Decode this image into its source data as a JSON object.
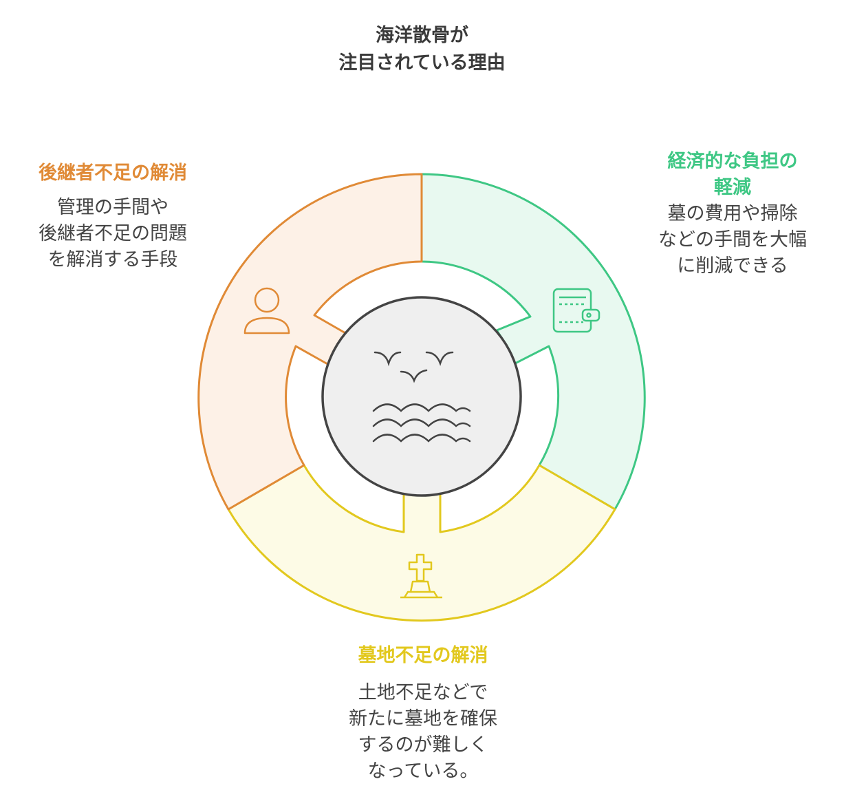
{
  "title": {
    "line1": "海洋散骨が",
    "line2": "注目されている理由"
  },
  "sections": {
    "left": {
      "heading": "後継者不足の解消",
      "lines": [
        "管理の手間や",
        "後継者不足の問題",
        "を解消する手段"
      ],
      "color": "#e08a36",
      "fill": "#fdf1e7",
      "icon": "user-icon"
    },
    "right": {
      "heading_lines": [
        "経済的な負担の",
        "軽減"
      ],
      "lines": [
        "墓の費用や掃除",
        "などの手間を大幅",
        "に削減できる"
      ],
      "color": "#3ec784",
      "fill": "#e8f9f0",
      "icon": "wallet-icon"
    },
    "bottom": {
      "heading": "墓地不足の解消",
      "lines": [
        "土地不足などで",
        "新たに墓地を確保",
        "するのが難しく",
        "なっている。"
      ],
      "color": "#e2c81e",
      "fill": "#fdfbe6",
      "icon": "grave-cross-icon"
    }
  },
  "center": {
    "icon": "sea-birds-waves-icon",
    "fill": "#efefef",
    "stroke": "#444444"
  }
}
